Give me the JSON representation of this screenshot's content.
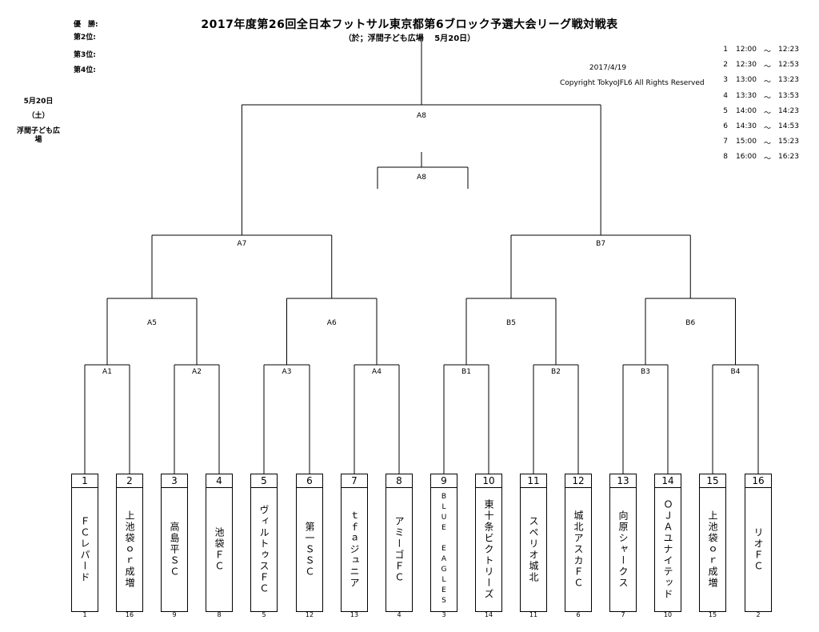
{
  "header": {
    "title": "2017年度第26回全日本フットサル東京都第6ブロック予選大会リーグ戦対戦表",
    "subtitle": "（於；浮間子ども広場　 5月20日）"
  },
  "ranks": [
    "優　勝:",
    "第2位:",
    "第3位:",
    "第4位:"
  ],
  "meta": {
    "date": "2017/4/19",
    "copyright": "Copyright TokyoJFL6 All Rights Reserved"
  },
  "side": {
    "date": "5月20日",
    "weekday": "（土）",
    "venue": "浮間子ども広場"
  },
  "schedule": [
    {
      "no": "1",
      "start": "12:00",
      "sep": "～",
      "end": "12:23"
    },
    {
      "no": "2",
      "start": "12:30",
      "sep": "～",
      "end": "12:53"
    },
    {
      "no": "3",
      "start": "13:00",
      "sep": "～",
      "end": "13:23"
    },
    {
      "no": "4",
      "start": "13:30",
      "sep": "～",
      "end": "13:53"
    },
    {
      "no": "5",
      "start": "14:00",
      "sep": "～",
      "end": "14:23"
    },
    {
      "no": "6",
      "start": "14:30",
      "sep": "～",
      "end": "14:53"
    },
    {
      "no": "7",
      "start": "15:00",
      "sep": "～",
      "end": "15:23"
    },
    {
      "no": "8",
      "start": "16:00",
      "sep": "～",
      "end": "16:23"
    }
  ],
  "bracket": {
    "final_label": "A8",
    "third_label": "A8",
    "semis": [
      "A7",
      "B7"
    ],
    "quarters": [
      "A5",
      "A6",
      "B5",
      "B6"
    ],
    "firsts": [
      "A1",
      "A2",
      "A3",
      "A4",
      "B1",
      "B2",
      "B3",
      "B4"
    ]
  },
  "teams": [
    {
      "no": "1",
      "name": "ＦＣレパード",
      "seed": "1"
    },
    {
      "no": "2",
      "name": "上池袋ｏｒ成増",
      "seed": "16"
    },
    {
      "no": "3",
      "name": "高島平ＳＣ",
      "seed": "9"
    },
    {
      "no": "4",
      "name": "池袋ＦＣ",
      "seed": "8"
    },
    {
      "no": "5",
      "name": "ヴィルトゥスＦＣ",
      "seed": "5"
    },
    {
      "no": "6",
      "name": "第一ＳＳＣ",
      "seed": "12"
    },
    {
      "no": "7",
      "name": "ｔｆａジュニア",
      "seed": "13"
    },
    {
      "no": "8",
      "name": "アミーゴＦＣ",
      "seed": "4"
    },
    {
      "no": "9",
      "name": "BLUE EAGLES",
      "seed": "3"
    },
    {
      "no": "10",
      "name": "東十条ビクトリーズ",
      "seed": "14"
    },
    {
      "no": "11",
      "name": "スペリオ城北",
      "seed": "11"
    },
    {
      "no": "12",
      "name": "城北アスカＦＣ",
      "seed": "6"
    },
    {
      "no": "13",
      "name": "向原シャークス",
      "seed": "7"
    },
    {
      "no": "14",
      "name": "ＯＪＡユナイテッド",
      "seed": "10"
    },
    {
      "no": "15",
      "name": "上池袋ｏｒ成増",
      "seed": "15"
    },
    {
      "no": "16",
      "name": "リオＦＣ",
      "seed": "2"
    }
  ]
}
